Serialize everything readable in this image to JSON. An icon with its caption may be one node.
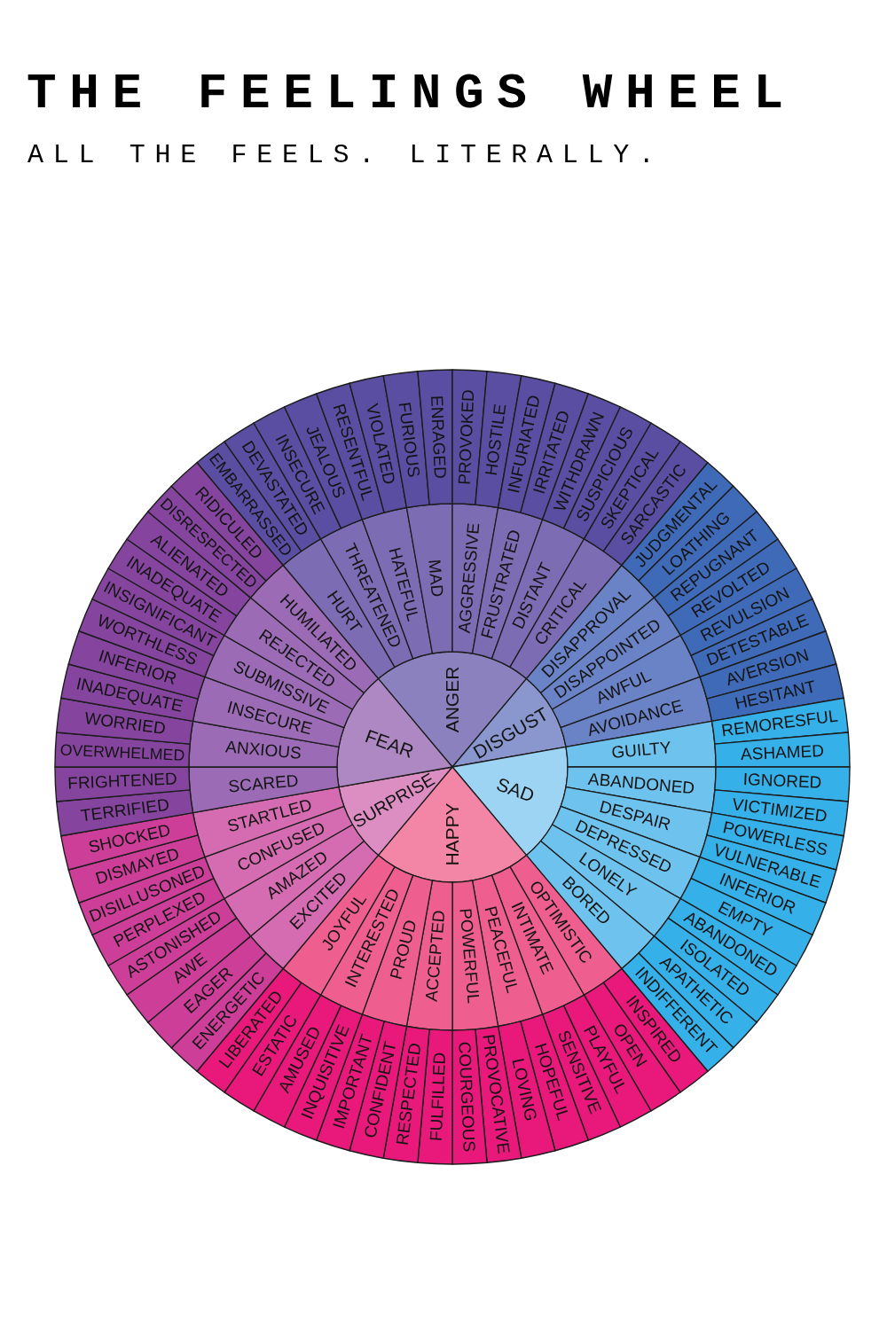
{
  "diagram": {
    "title": "THE FEELINGS WHEEL",
    "nodes": [
      {
        "text": [
          "ANGER"
        ]
      },
      {
        "text": [
          "DISGUST"
        ]
      },
      {
        "text": [
          "SAD"
        ]
      },
      {
        "text": [
          "HAPPY"
        ]
      },
      {
        "text": [
          "SURPRISE"
        ]
      },
      {
        "text": [
          "FEAR"
        ]
      },
      {
        "text": [
          "HURT"
        ]
      },
      {
        "text": [
          "THREATENED"
        ]
      },
      {
        "text": [
          "HATEFUL"
        ]
      },
      {
        "text": [
          "MAD"
        ]
      },
      {
        "text": [
          "AGGRESSIVE"
        ]
      },
      {
        "text": [
          "FRUSTRATED"
        ]
      },
      {
        "text": [
          "DISTANT"
        ]
      },
      {
        "text": [
          "CRITICAL"
        ]
      },
      {
        "text": [
          "DISAPPROVAL"
        ]
      },
      {
        "text": [
          "DISAPPOINTED"
        ]
      },
      {
        "text": [
          "AWFUL"
        ]
      },
      {
        "text": [
          "AVOIDANCE"
        ]
      },
      {
        "text": [
          "GUILTY"
        ]
      },
      {
        "text": [
          "ABANDONED"
        ]
      },
      {
        "text": [
          "DESPAIR"
        ]
      },
      {
        "text": [
          "DEPRESSED"
        ]
      },
      {
        "text": [
          "LONELY"
        ]
      },
      {
        "text": [
          "BORED"
        ]
      },
      {
        "text": [
          "OPTIMISTIC"
        ]
      },
      {
        "text": [
          "INTIMATE"
        ]
      },
      {
        "text": [
          "PEACEFUL"
        ]
      },
      {
        "text": [
          "POWERFUL"
        ]
      },
      {
        "text": [
          "ACCEPTED"
        ]
      },
      {
        "text": [
          "PROUD"
        ]
      },
      {
        "text": [
          "INTERESTED"
        ]
      },
      {
        "text": [
          "JOYFUL"
        ]
      },
      {
        "text": [
          "EXCITED"
        ]
      },
      {
        "text": [
          "AMAZED"
        ]
      },
      {
        "text": [
          "CONFUSED"
        ]
      },
      {
        "text": [
          "STARTLED"
        ]
      },
      {
        "text": [
          "SCARED"
        ]
      },
      {
        "text": [
          "ANXIOUS"
        ]
      },
      {
        "text": [
          "INSECURE"
        ]
      },
      {
        "text": [
          "SUBMISSIVE"
        ]
      },
      {
        "text": [
          "REJECTED"
        ]
      },
      {
        "text": [
          "HUMILIATED"
        ]
      },
      {
        "text": [
          "EMBARRASSED"
        ]
      },
      {
        "text": [
          "DEVASTATED"
        ]
      },
      {
        "text": [
          "INSECURE"
        ]
      },
      {
        "text": [
          "JEALOUS"
        ]
      },
      {
        "text": [
          "RESENTFUL"
        ]
      },
      {
        "text": [
          "VIOLATED"
        ]
      },
      {
        "text": [
          "FURIOUS"
        ]
      },
      {
        "text": [
          "ENRAGED"
        ]
      },
      {
        "text": [
          "PROVOKED"
        ]
      },
      {
        "text": [
          "HOSTILE"
        ]
      },
      {
        "text": [
          "INFURIATED"
        ]
      },
      {
        "text": [
          "IRRITATED"
        ]
      },
      {
        "text": [
          "WITHDRAWN"
        ]
      },
      {
        "text": [
          "SUSPICIOUS"
        ]
      },
      {
        "text": [
          "SKEPTICAL"
        ]
      },
      {
        "text": [
          "SARCASTIC"
        ]
      },
      {
        "text": [
          "JUDGMENTAL"
        ]
      },
      {
        "text": [
          "LOATHING"
        ]
      },
      {
        "text": [
          "REPUGNANT"
        ]
      },
      {
        "text": [
          "REVOLTED"
        ]
      },
      {
        "text": [
          "REVULSION"
        ]
      },
      {
        "text": [
          "DETESTABLE"
        ]
      },
      {
        "text": [
          "AVERSION"
        ]
      },
      {
        "text": [
          "HESITANT"
        ]
      },
      {
        "text": [
          "REMORESFUL"
        ]
      },
      {
        "text": [
          "ASHAMED"
        ]
      },
      {
        "text": [
          "IGNORED"
        ]
      },
      {
        "text": [
          "VICTIMIZED"
        ]
      },
      {
        "text": [
          "POWERLESS"
        ]
      },
      {
        "text": [
          "VULNERABLE"
        ]
      },
      {
        "text": [
          "INFERIOR"
        ]
      },
      {
        "text": [
          "EMPTY"
        ]
      },
      {
        "text": [
          "ABANDONED"
        ]
      },
      {
        "text": [
          "ISOLATED"
        ]
      },
      {
        "text": [
          "APATHETIC"
        ]
      },
      {
        "text": [
          "INDIFFERENT"
        ]
      },
      {
        "text": [
          "INSPIRED"
        ]
      },
      {
        "text": [
          "OPEN"
        ]
      },
      {
        "text": [
          "PLAYFUL"
        ]
      },
      {
        "text": [
          "SENSITIVE"
        ]
      },
      {
        "text": [
          "HOPEFUL"
        ]
      },
      {
        "text": [
          "LOVING"
        ]
      },
      {
        "text": [
          "PROVOCATIVE"
        ]
      },
      {
        "text": [
          "COURGEOUS"
        ]
      },
      {
        "text": [
          "FULFILLED"
        ]
      },
      {
        "text": [
          "RESPECTED"
        ]
      },
      {
        "text": [
          "CONFIDENT"
        ]
      },
      {
        "text": [
          "IMPORTANT"
        ]
      },
      {
        "text": [
          "INQUISITIVE"
        ]
      },
      {
        "text": [
          "AMUSED"
        ]
      },
      {
        "text": [
          "ESTATIC"
        ]
      },
      {
        "text": [
          "LIBERATED"
        ]
      },
      {
        "text": [
          "ENERGETIC"
        ]
      },
      {
        "text": [
          "EAGER"
        ]
      },
      {
        "text": [
          "AWE"
        ]
      },
      {
        "text": [
          "ASTONISHED"
        ]
      },
      {
        "text": [
          "PERPLEXED"
        ]
      },
      {
        "text": [
          "DISILLUSONED"
        ]
      },
      {
        "text": [
          "DISMAYED"
        ]
      },
      {
        "text": [
          "SHOCKED"
        ]
      },
      {
        "text": [
          "TERRIFIED"
        ]
      },
      {
        "text": [
          "FRIGHTENED"
        ]
      },
      {
        "text": [
          "OVERWHELMED"
        ]
      },
      {
        "text": [
          "WORRIED"
        ]
      },
      {
        "text": [
          "INADEQUATE"
        ]
      },
      {
        "text": [
          "INFERIOR"
        ]
      },
      {
        "text": [
          "WORTHLESS"
        ]
      },
      {
        "text": [
          "INSIGNIFICANT"
        ]
      },
      {
        "text": [
          "INADEQUATE"
        ]
      },
      {
        "text": [
          "ALIENATED"
        ]
      },
      {
        "text": [
          "DISRESPECTED"
        ]
      },
      {
        "text": [
          "RIDICULED"
        ]
      }
    ],
    "labels": [
      "ALL THE FEELS. LITERALLY."
    ]
  }
}
